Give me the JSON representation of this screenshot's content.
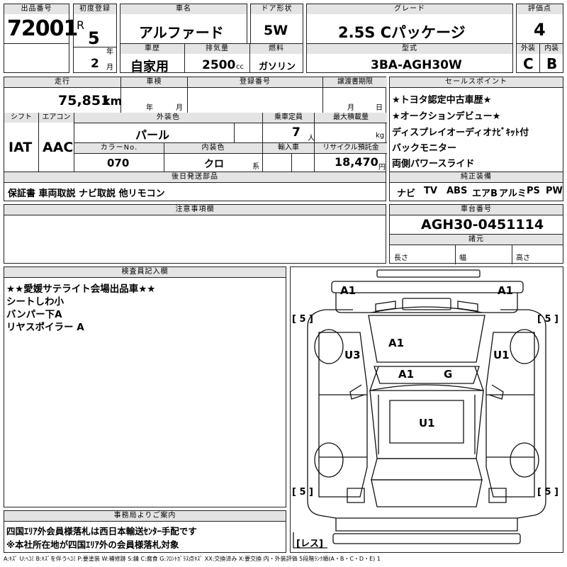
{
  "header_labels": {
    "lot_no": "出品番号",
    "first_reg": "初度登録",
    "car_name": "車名",
    "door_type": "ドア形状",
    "grade": "グレード",
    "score": "評価点",
    "history": "車歴",
    "displacement": "排気量",
    "fuel": "燃料",
    "model": "型式",
    "exterior": "外装",
    "interior": "内装",
    "mileage": "走行",
    "inspection": "車検",
    "reg_no": "登録番号",
    "transfer_deadline": "譲渡書期限",
    "shift": "シフト",
    "aircon": "エアコン",
    "ext_color": "外装色",
    "capacity": "乗車定員",
    "max_load": "最大積載量",
    "color_no": "カラーNo.",
    "int_color": "内装色",
    "import": "輸入車",
    "recycle": "リサイクル預託金",
    "later_parts": "後日発送部品",
    "sales_points": "セールスポイント",
    "genuine_equipment": "純正装備",
    "notes": "注意事項欄",
    "chassis_no": "車台番号",
    "dimensions": "諸元",
    "inspector": "検査員記入欄",
    "office": "事務局よりご案内"
  },
  "vehicle": {
    "lot_no": "72001",
    "era_letter": "R",
    "reg_year": "5",
    "year_unit": "年",
    "reg_month": "2",
    "month_unit": "月",
    "car_name": "アルファード",
    "door_type": "5W",
    "grade": "2.5S Cパッケージ",
    "score": "4",
    "history": "自家用",
    "displacement": "2500",
    "displacement_unit": "cc",
    "fuel": "ガソリン",
    "model": "3BA-AGH30W",
    "exterior_grade": "C",
    "interior_grade": "B",
    "mileage": "75,851",
    "mileage_unit": "km",
    "inspection_year_unit": "年",
    "inspection_month_unit": "月",
    "transfer_month_unit": "月",
    "transfer_day_unit": "日",
    "shift": "IAT",
    "aircon": "AAC",
    "ext_color": "パール",
    "capacity": "7",
    "capacity_unit": "人",
    "max_load_unit": "kg",
    "color_no": "070",
    "int_color": "クロ",
    "int_color_unit": "系",
    "recycle": "18,470",
    "recycle_unit": "円",
    "later_parts": "保証書 車両取説 ナビ取説 他リモコン",
    "chassis_no": "AGH30-0451114",
    "dim_length": "長さ",
    "dim_width": "幅",
    "dim_height": "高さ"
  },
  "sales_points": [
    "★トヨタ認定中古車歴★",
    "★オークションデビュー★",
    "ディスプレイオーディオﾅﾋﾞｷｯﾄ付",
    "バックモニター",
    "両側パワースライド"
  ],
  "genuine_equipment": [
    "ナビ",
    "TV",
    "ABS",
    "エアB",
    "アルミ",
    "PS",
    "PW"
  ],
  "inspector_notes": [
    "★★愛媛サテライト会場出品車★★",
    "シートしわ小",
    "バンパー下A",
    "リヤスポイラー A"
  ],
  "diagram_marks": {
    "front_left": "A1",
    "front_right": "A1",
    "hood": "A1",
    "left_side": "U3",
    "right_side": "U1",
    "windshield": "A1",
    "windshield_g": "G",
    "roof": "U1",
    "tire_fl": "[ 5 ]",
    "tire_fr": "[ 5 ]",
    "tire_rl": "[ 5 ]",
    "tire_rr": "[ 5 ]",
    "spare": "[レス]"
  },
  "office_notes": [
    "四国ｴﾘｱ外会員様落札は西日本輸送ｾﾝﾀｰ手配です",
    "※本社所在地が四国ｴﾘｱ外の会員様落札対象"
  ],
  "legend": "A:ｷｽﾞ U:ﾍｺﾐ B:ｷｽﾞを伴うﾍｺﾐ P:要塗装 W:補修跡 S:錆 C:腐食 G:ﾌﾛﾝﾄｶﾞﾗｽ点ｷｽﾞ XX:交換済み X:要交換 内・外装評価 5段階ﾗﾝｸ順(A・B・C・D・E) 1"
}
